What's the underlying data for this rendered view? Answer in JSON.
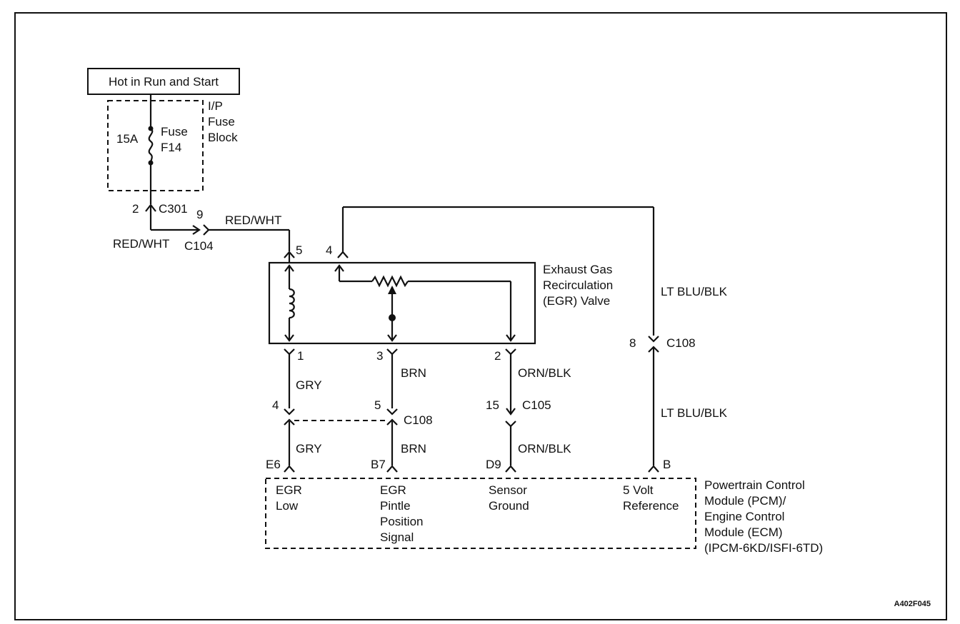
{
  "power_source": {
    "label": "Hot in Run and Start"
  },
  "fuse_block": {
    "name_lines": [
      "I/P",
      "Fuse",
      "Block"
    ],
    "rating": "15A",
    "fuse_lines": [
      "Fuse",
      "F14"
    ]
  },
  "c301": {
    "pin": "2",
    "name": "C301"
  },
  "c104": {
    "pin": "9",
    "name": "C104",
    "wire_in": "RED/WHT",
    "wire_out": "RED/WHT"
  },
  "egr_valve": {
    "name_lines": [
      "Exhaust Gas",
      "Recirculation",
      "(EGR) Valve"
    ],
    "pins": {
      "top_left": "5",
      "top_right": "4",
      "bottom_1": "1",
      "bottom_2": "3",
      "bottom_3": "2"
    }
  },
  "wires": {
    "gry_upper": "GRY",
    "brn_upper": "BRN",
    "orn_upper": "ORN/BLK",
    "ltblu_upper": "LT BLU/BLK",
    "gry_lower": "GRY",
    "brn_lower": "BRN",
    "orn_lower": "ORN/BLK",
    "ltblu_lower": "LT BLU/BLK"
  },
  "c108_lower": {
    "pin_gry": "4",
    "pin_brn": "5",
    "name": "C108"
  },
  "c105": {
    "pin": "15",
    "name": "C105"
  },
  "c108_upper": {
    "pin": "8",
    "name": "C108"
  },
  "pcm": {
    "name_lines": [
      "Powertrain Control",
      "Module (PCM)/",
      "Engine Control",
      "Module (ECM)",
      "(IPCM-6KD/ISFI-6TD)"
    ],
    "pins": {
      "egr_low": "E6",
      "pintle": "B7",
      "sensor_ground": "D9",
      "five_volt": "B"
    },
    "terminals": {
      "egr_low": [
        "EGR",
        "Low"
      ],
      "pintle": [
        "EGR",
        "Pintle",
        "Position",
        "Signal"
      ],
      "sensor_ground": [
        "Sensor",
        "Ground"
      ],
      "five_volt": [
        "5 Volt",
        "Reference"
      ]
    }
  },
  "figure_id": "A402F045"
}
